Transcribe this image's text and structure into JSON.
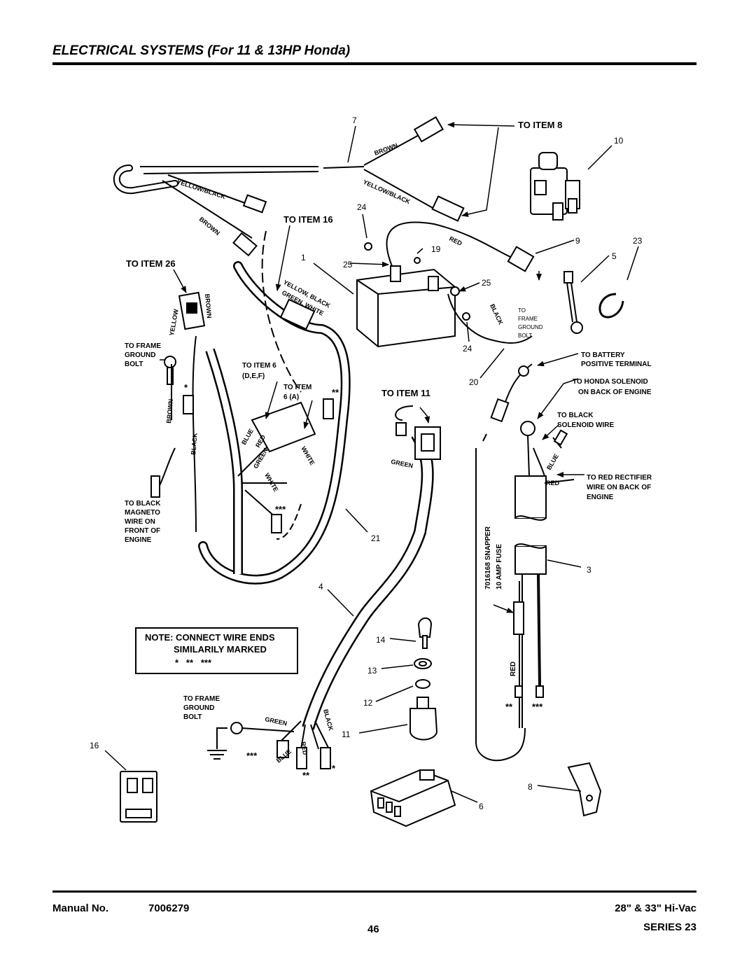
{
  "page": {
    "title": "ELECTRICAL SYSTEMS (For 11 & 13HP Honda)",
    "footer": {
      "manual_label": "Manual No.",
      "manual_number": "7006279",
      "page_number": "46",
      "model": "28\" & 33\" Hi-Vac",
      "series": "SERIES 23"
    }
  },
  "diagram": {
    "callouts": {
      "to_item_8": "TO ITEM 8",
      "to_item_16": "TO ITEM 16",
      "to_item_26": "TO ITEM 26",
      "to_item_6_def_1": "TO ITEM 6",
      "to_item_6_def_2": "(D,E,F)",
      "to_item_6a_1": "TO ITEM",
      "to_item_6a_2": "6 (A)",
      "to_item_11": "TO ITEM 11",
      "frame_ground_1": "TO FRAME",
      "frame_ground_2": "GROUND",
      "frame_ground_3": "BOLT",
      "frame_ground_small_1": "TO",
      "frame_ground_small_2": "FRAME",
      "frame_ground_small_3": "GROUND",
      "frame_ground_small_4": "BOLT",
      "battery_pos_1": "TO BATTERY",
      "battery_pos_2": "POSITIVE TERMINAL",
      "honda_sol_1": "TO HONDA SOLENOID",
      "honda_sol_2": "ON BACK OF ENGINE",
      "black_sol_1": "TO BLACK",
      "black_sol_2": "SOLENOID WIRE",
      "red_rect_1": "TO RED RECTIFIER",
      "red_rect_2": "WIRE ON BACK OF",
      "red_rect_3": "ENGINE",
      "black_mag_1": "TO BLACK",
      "black_mag_2": "MAGNETO",
      "black_mag_3": "WIRE ON",
      "black_mag_4": "FRONT OF",
      "black_mag_5": "ENGINE",
      "fuse_1": "7016168 SNAPPER",
      "fuse_2": "10 AMP FUSE",
      "red_vertical": "RED"
    },
    "note": {
      "line1": "NOTE: CONNECT WIRE ENDS",
      "line2": "SIMILARILY MARKED",
      "marks": "*   **   ***"
    },
    "wire_labels": {
      "brown_top": "BROWN",
      "yellow_black_top": "YELLOW/BLACK",
      "yellow_black_left": "YELLOW/BLACK",
      "brown_left": "BROWN",
      "yellow_black_green_white": "YELLOW, BLACK",
      "green_white": "GREEN, WHITE",
      "red_top": "RED",
      "black_right": "BLACK",
      "yellow_conn": "YELLOW",
      "brown_conn": "BROWN",
      "brown_lower": "BROWN",
      "black_lower": "BLACK",
      "blue_mid": "BLUE",
      "red_mid": "RED",
      "green_mid": "GREEN",
      "white_mid": "WHITE",
      "white_right": "WHITE",
      "green_item11": "GREEN",
      "green_bottom": "GREEN",
      "black_bottom": "BLACK",
      "blue_bottom": "BLUE",
      "red_bottom": "RED",
      "blue_right": "BLUE",
      "red_right": "RED"
    },
    "marks": {
      "single": "*",
      "double": "**",
      "triple": "***"
    },
    "item_numbers": {
      "n1": "1",
      "n3": "3",
      "n4": "4",
      "n5": "5",
      "n6": "6",
      "n7": "7",
      "n8": "8",
      "n9": "9",
      "n10": "10",
      "n11": "11",
      "n12": "12",
      "n13": "13",
      "n14": "14",
      "n16": "16",
      "n19": "19",
      "n20": "20",
      "n21": "21",
      "n23": "23",
      "n24a": "24",
      "n24b": "24",
      "n25a": "25",
      "n25b": "25"
    }
  }
}
